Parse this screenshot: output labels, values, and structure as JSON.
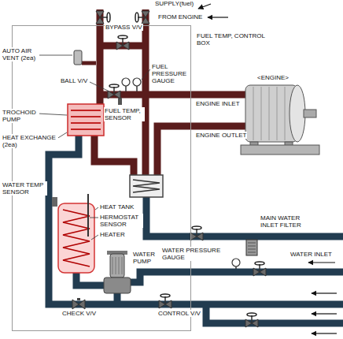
{
  "diagram": {
    "nodes": [
      {
        "text": [
          "FUEL TEMP, CONTROL BOX"
        ]
      }
    ],
    "labels": [
      "SUPPLY(fuel)",
      "FROM ENGINE",
      "BYPASS V/V",
      "AUTO AIR VENT (2ea)",
      "BALL V/V",
      "FUEL PRESSURE GAUGE",
      "ENGINE INLET",
      "<ENGINE>",
      "TROCHOID PUMP",
      "FUEL TEMP, SENSOR",
      "HEAT EXCHANGE (2ea)",
      "ENGINE OUTLET",
      "HEAT TANK",
      "HERMOSTAT SENSOR",
      "HEATER",
      "WATER TEMP SENSOR",
      "MAIN WATER INLET FILTER",
      "WATER INLET",
      "WATER PRESSURE GAUGE",
      "WATER PUMP",
      "CHECK V/V",
      "CONTROL V/V"
    ]
  }
}
